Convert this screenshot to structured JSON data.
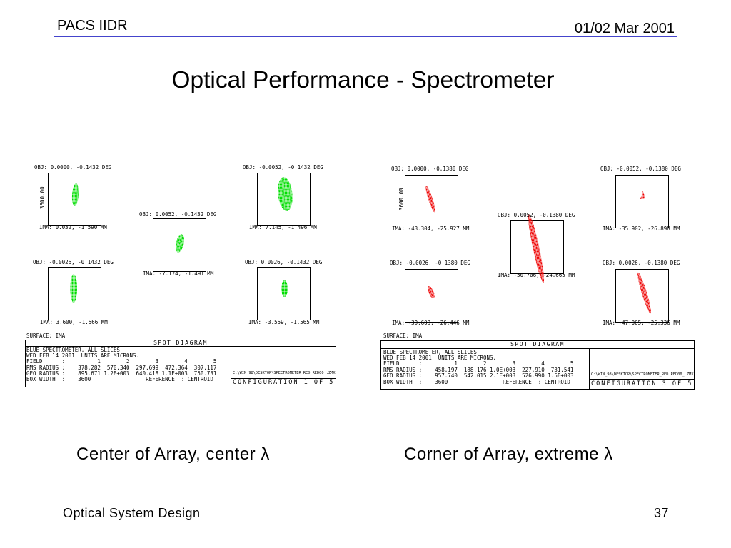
{
  "header": {
    "title": "PACS IIDR",
    "date": "01/02 Mar 2001",
    "rule_color": "#4444cc"
  },
  "slide_title": "Optical Performance - Spectrometer",
  "panels": [
    {
      "fields": [
        {
          "obj": "OBJ: 0.0000, -0.1432 DEG",
          "ima": "IMA: 0.032, -1.590 MM"
        },
        {
          "obj": "OBJ: -0.0052, -0.1432 DEG",
          "ima": "IMA: 7.145, -1.496 MM"
        },
        {
          "obj": "OBJ: 0.0052, -0.1432 DEG",
          "ima": "IMA: -7.174, -1.491 MM"
        },
        {
          "obj": "OBJ: -0.0026, -0.1432 DEG",
          "ima": "IMA: 3.600, -1.566 MM"
        },
        {
          "obj": "OBJ: 0.0026, -0.1432 DEG",
          "ima": "IMA: -3.559, -1.565 MM"
        }
      ],
      "scale_label": "3600.00",
      "surface": "SURFACE: IMA",
      "heading": "SPOT DIAGRAM",
      "info_lines": [
        "BLUE SPECTROMETER, ALL SLICES",
        "WED FEB 14 2001  UNITS ARE MICRONS.",
        "FIELD      :          1        2        3        4        5",
        "RMS RADIUS :    378.282  570.340  297.699  472.364  307.117",
        "GEO RADIUS :    895.671 1.2E+003  640.418 1.1E+003  750.731",
        "BOX WIDTH  :    3600                 REFERENCE  : CENTROID"
      ],
      "file_path": "C:\\WIN_98\\DESKTOP\\SPECTROMETER_RED RED00_.ZMX",
      "configuration": "CONFIGURATION 1 OF 5",
      "spot_color": "#00dd00",
      "caption": "Center of Array, center λ"
    },
    {
      "fields": [
        {
          "obj": "OBJ: 0.0000, -0.1380 DEG",
          "ima": "IMA: -43.304, -25.927 MM"
        },
        {
          "obj": "OBJ: -0.0052, -0.1380 DEG",
          "ima": "IMA: -35.902, -26.898 MM"
        },
        {
          "obj": "OBJ: 0.0052, -0.1380 DEG",
          "ima": "IMA: -50.706, -24.665 MM"
        },
        {
          "obj": "OBJ: -0.0026, -0.1380 DEG",
          "ima": "IMA: -39.603, -26.446 MM"
        },
        {
          "obj": "OBJ: 0.0026, -0.1380 DEG",
          "ima": "IMA: -47.005, -25.336 MM"
        }
      ],
      "scale_label": "3600.00",
      "surface": "SURFACE: IMA",
      "heading": "SPOT DIAGRAM",
      "info_lines": [
        "BLUE SPECTROMETER, ALL SLICES",
        "WED FEB 14 2001  UNITS ARE MICRONS.",
        "FIELD      :          1        2        3        4        5",
        "RMS RADIUS :    458.197  188.176 1.0E+003  227.910  731.541",
        "GEO RADIUS :    957.740  542.015 2.1E+003  526.990 1.5E+003",
        "BOX WIDTH  :    3600                 REFERENCE  : CENTROID"
      ],
      "file_path": "C:\\WIN_98\\DESKTOP\\SPECTROMETER_RED RED00_.ZMX",
      "configuration": "CONFIGURATION 3 OF 5",
      "spot_color": "#ee0000",
      "caption": "Corner of Array, extreme λ"
    }
  ],
  "footer": {
    "left": "Optical System Design",
    "page": "37"
  }
}
